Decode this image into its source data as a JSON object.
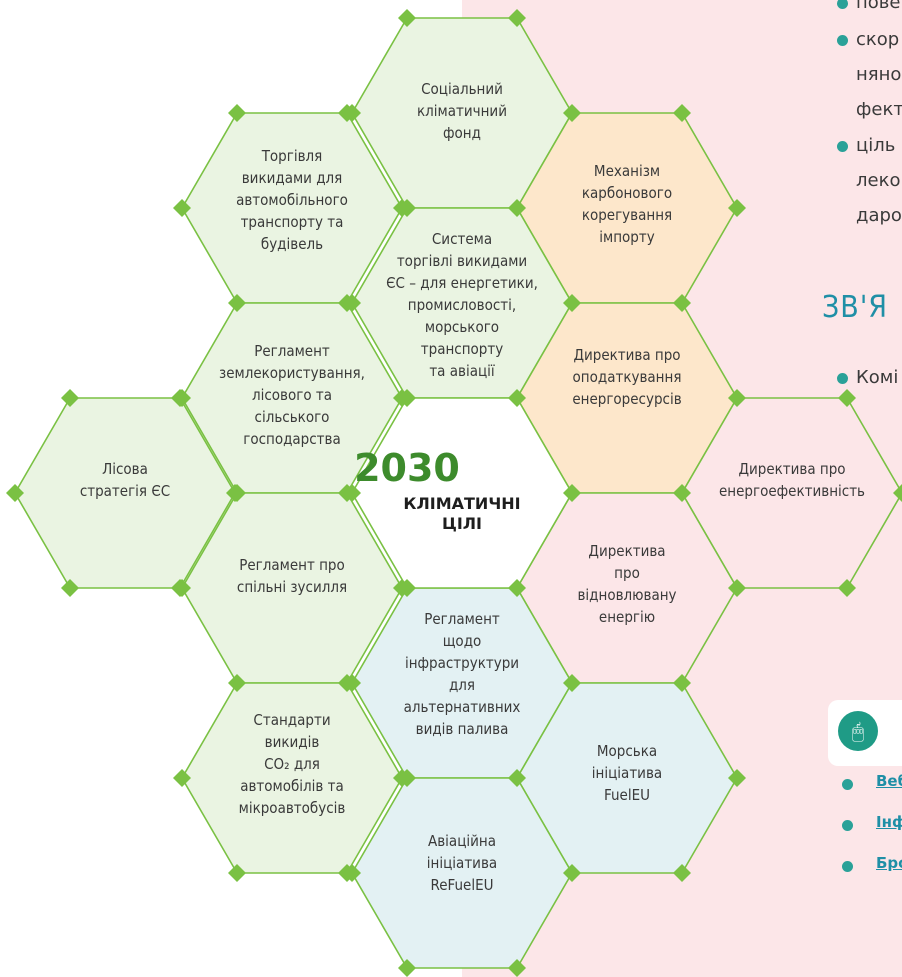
{
  "center": {
    "year": "2030",
    "subtitle": "КЛІМАТИЧНІ\nЦІЛІ"
  },
  "hexagons": [
    {
      "name": "hex-social-climate-fund",
      "label": "Соціальний\nкліматичний\nфонд",
      "fill": "#eaf4e2"
    },
    {
      "name": "hex-transport-buildings-ets",
      "label": "Торгівля\nвикидами для\nавтомобільного\nтранспорту та\nбудівель",
      "fill": "#eaf4e2"
    },
    {
      "name": "hex-carbon-border-mechanism",
      "label": "Механізм\nкарбонового\nкорегування\nімпорту",
      "fill": "#fde7cb"
    },
    {
      "name": "hex-eu-ets",
      "label": "Система\nторгівлі викидами\nЄС – для енергетики,\nпромисловості,\nморського\nтранспорту\nта авіації",
      "fill": "#eaf4e2"
    },
    {
      "name": "hex-lulucf-regulation",
      "label": "Регламент\nземлекористування,\nлісового та\nсільського\nгосподарства",
      "fill": "#eaf4e2"
    },
    {
      "name": "hex-energy-taxation",
      "label": "Директива про\nоподаткування\nенергоресурсів",
      "fill": "#fde7cb"
    },
    {
      "name": "hex-forest-strategy",
      "label": "Лісова\nстратегія ЄС",
      "fill": "#eaf4e2"
    },
    {
      "name": "hex-energy-efficiency",
      "label": "Директива про\nенергоефективність",
      "fill": "#fce6e8"
    },
    {
      "name": "hex-effort-sharing",
      "label": "Регламент про\nспільні зусилля",
      "fill": "#eaf4e2"
    },
    {
      "name": "hex-renewable-energy",
      "label": "Директива\nпро\nвідновлювану\nенергію",
      "fill": "#fce6e8"
    },
    {
      "name": "hex-afir",
      "label": "Регламент\nщодо\nінфраструктури\nдля\nальтернативних\nвидів палива",
      "fill": "#e3f1f3"
    },
    {
      "name": "hex-co2-standards",
      "label": "Стандарти\nвикидів\nCO₂ для\nавтомобілів та\nмікроавтобусів",
      "fill": "#eaf4e2"
    },
    {
      "name": "hex-fueleu-maritime",
      "label": "Морська\nініціатива\nFuelEU",
      "fill": "#e3f1f3"
    },
    {
      "name": "hex-refueleu-aviation",
      "label": "Авіаційна\nініціатива\nReFuelEU",
      "fill": "#e3f1f3"
    }
  ],
  "right_text": {
    "line1": "пове",
    "line2": "скор",
    "line3": "няно",
    "line4": "фект",
    "line5": "ціль",
    "line6": "леко",
    "line7": "даро",
    "heading": "ЗВ'Я",
    "line8": "Комі"
  },
  "links": {
    "link1": "Веб",
    "link2": "Інф",
    "link3": "Бро"
  },
  "colors": {
    "accent_green": "#7ac143",
    "year_green": "#3d8b2c",
    "teal": "#1f8fa6",
    "panel_pink": "#fce6e8"
  }
}
